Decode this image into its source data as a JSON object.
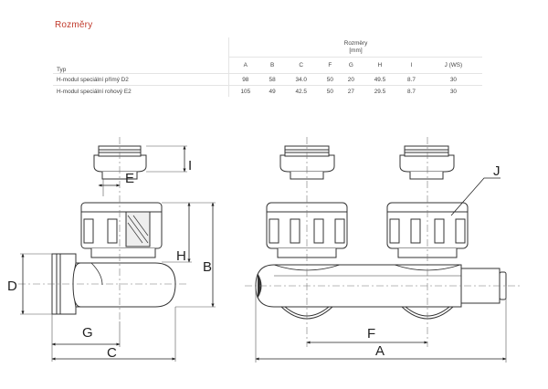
{
  "section_title": "Rozměry",
  "table": {
    "type_header": "Typ",
    "group_header_line1": "Rozměry",
    "group_header_line2": "[mm]",
    "columns": [
      "A",
      "B",
      "C",
      "F",
      "G",
      "H",
      "I",
      "J (WS)"
    ],
    "rows": [
      {
        "type": "H-modul speciální přímý D2",
        "values": [
          "98",
          "58",
          "34.0",
          "50",
          "20",
          "49.5",
          "8.7",
          "30"
        ]
      },
      {
        "type": "H-modul speciální rohový E2",
        "values": [
          "105",
          "49",
          "42.5",
          "50",
          "27",
          "29.5",
          "8.7",
          "30"
        ]
      }
    ]
  },
  "drawing_labels": {
    "I": "I",
    "E": "E",
    "H": "H",
    "B": "B",
    "D": "D",
    "G": "G",
    "C": "C",
    "J": "J",
    "F": "F",
    "A": "A"
  }
}
